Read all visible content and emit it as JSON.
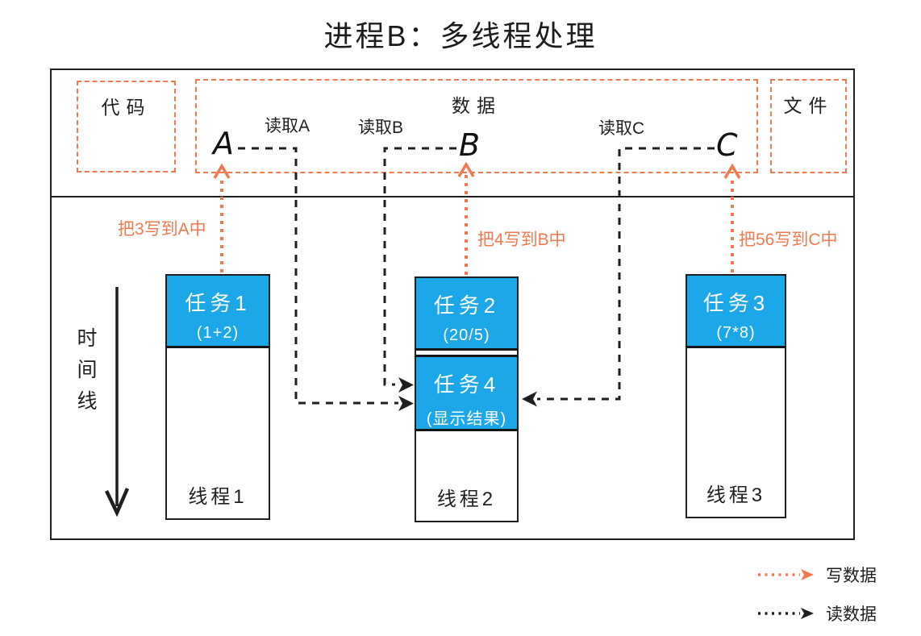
{
  "title": "进程B：多线程处理",
  "colors": {
    "write_orange": "#F0794F",
    "read_black": "#1f1f1f",
    "task_blue": "#1BA7E8"
  },
  "memory": {
    "code_label": "代码",
    "data_label": "数据",
    "file_label": "文件",
    "variables": [
      {
        "name": "A"
      },
      {
        "name": "B"
      },
      {
        "name": "C"
      }
    ]
  },
  "flows": {
    "writes": [
      {
        "from": "任务1",
        "to": "A",
        "label": "把3写到A中"
      },
      {
        "from": "任务2",
        "to": "B",
        "label": "把4写到B中"
      },
      {
        "from": "任务3",
        "to": "C",
        "label": "把56写到C中"
      }
    ],
    "reads": [
      {
        "from": "A",
        "to": "任务4",
        "label": "读取A"
      },
      {
        "from": "B",
        "to": "任务4",
        "label": "读取B"
      },
      {
        "from": "C",
        "to": "任务4",
        "label": "读取C"
      }
    ]
  },
  "timeline_label": "时间线",
  "threads": [
    {
      "name": "线程1",
      "tasks": [
        {
          "title": "任务1",
          "detail": "(1+2)"
        }
      ]
    },
    {
      "name": "线程2",
      "tasks": [
        {
          "title": "任务2",
          "detail": "(20/5)"
        },
        {
          "title": "任务4",
          "detail": "(显示结果)"
        }
      ]
    },
    {
      "name": "线程3",
      "tasks": [
        {
          "title": "任务3",
          "detail": "(7*8)"
        }
      ]
    }
  ],
  "legend": [
    {
      "label": "写数据"
    },
    {
      "label": "读数据"
    }
  ]
}
